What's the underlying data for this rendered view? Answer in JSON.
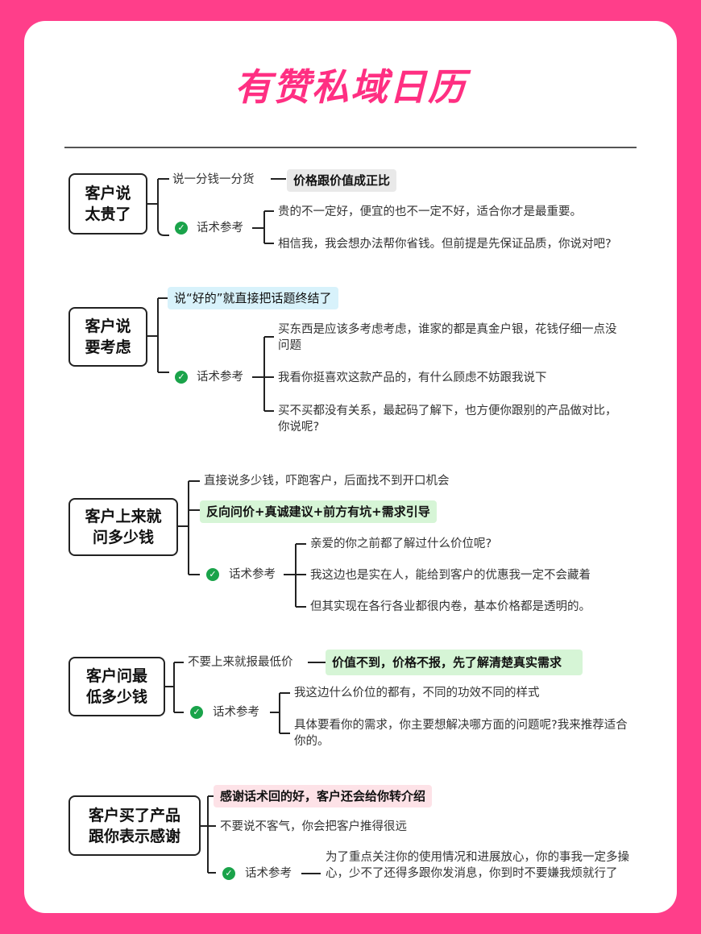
{
  "title": "有赞私域日历",
  "sections": [
    {
      "node": "客户说\n太贵了",
      "tip": "说一分钱一分货",
      "highlight": "价格跟价值成正比",
      "ref": "话术参考",
      "items": [
        "贵的不一定好，便宜的也不一定不好，适合你才是最重要。",
        "相信我，我会想办法帮你省钱。但前提是先保证品质，你说对吧?"
      ]
    },
    {
      "node": "客户说\n要考虑",
      "highlight": "说“好的”就直接把话题终结了",
      "ref": "话术参考",
      "items": [
        "买东西是应该多考虑考虑，谁家的都是真金户银，花钱仔细一点没问题",
        "我看你挺喜欢这款产品的，有什么顾虑不妨跟我说下",
        "买不买都没有关系，最起码了解下，也方便你跟别的产品做对比，你说呢?"
      ]
    },
    {
      "node": "客户上来就\n问多少钱",
      "tip": "直接说多少钱，吓跑客户，后面找不到开口机会",
      "highlight": "反向问价+真诚建议+前方有坑+需求引导",
      "ref": "话术参考",
      "items": [
        "亲爱的你之前都了解过什么价位呢?",
        "我这边也是实在人，能给到客户的优惠我一定不会藏着",
        "但其实现在各行各业都很内卷，基本价格都是透明的。"
      ]
    },
    {
      "node": "客户问最\n低多少钱",
      "tip": "不要上来就报最低价",
      "highlight": "价值不到，价格不报，先了解清楚真实需求",
      "ref": "话术参考",
      "items": [
        "我这边什么价位的都有，不同的功效不同的样式",
        "具体要看你的需求，你主要想解决哪方面的问题呢?我来推荐适合你的。"
      ]
    },
    {
      "node": "客户买了产品\n跟你表示感谢",
      "highlight": "感谢话术回的好，客户还会给你转介绍",
      "tip": "不要说不客气，你会把客户推得很远",
      "ref": "话术参考",
      "items": [
        "为了重点关注你的使用情况和进展放心，你的事我一定多操心，少不了还得多跟你发消息，你到时不要嫌我烦就行了"
      ]
    }
  ],
  "colors": {
    "background": "#ff3e8a",
    "title": "#ff2f82",
    "highlight_gray": "#e9e9e9",
    "highlight_blue": "#d8f2fb",
    "highlight_green": "#d6f5d6",
    "highlight_pink": "#fde2e7",
    "check": "#1aa34a"
  },
  "icons": [
    "check-circle-icon"
  ]
}
